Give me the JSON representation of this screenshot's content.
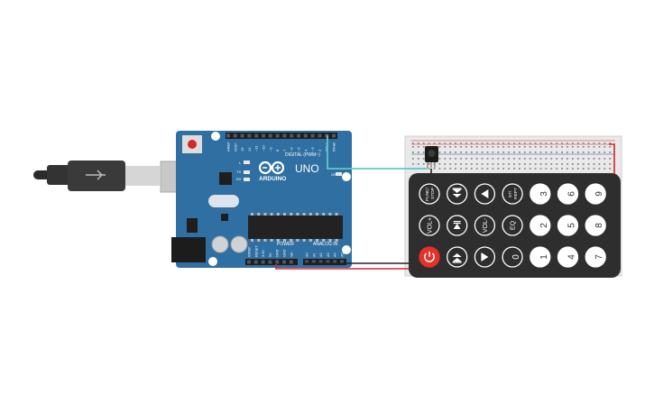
{
  "arduino": {
    "brand": "ARDUINO",
    "model": "UNO",
    "digital_label": "DIGITAL (PWM~)",
    "power_label": "POWER",
    "analog_label": "ANALOG IN",
    "led_tx": "TX",
    "led_rx": "RX",
    "led_l": "L",
    "led_on": "ON",
    "digital_pins": [
      "AREF",
      "GND",
      "13",
      "12",
      "~11",
      "~10",
      "~9",
      "8",
      "7",
      "~6",
      "~5",
      "4",
      "~3",
      "2",
      "TX▸1",
      "RX◂0"
    ],
    "power_pins": [
      "IOREF",
      "RESET",
      "3.3V",
      "5V",
      "GND",
      "GND",
      "Vin"
    ],
    "analog_pins": [
      "A0",
      "A1",
      "A2",
      "A3",
      "A4",
      "A5"
    ]
  },
  "remote": {
    "buttons": [
      {
        "label": "FUNC/\nSTOP",
        "kind": "text"
      },
      {
        "label": "",
        "kind": "next-icon"
      },
      {
        "label": "",
        "kind": "up-icon"
      },
      {
        "label": "ST/\nREPT",
        "kind": "text"
      },
      {
        "label": "3",
        "kind": "white"
      },
      {
        "label": "6",
        "kind": "white"
      },
      {
        "label": "9",
        "kind": "white"
      },
      {
        "label": "VOL+",
        "kind": "text"
      },
      {
        "label": "",
        "kind": "play-pause-icon"
      },
      {
        "label": "VOL-",
        "kind": "text"
      },
      {
        "label": "EQ",
        "kind": "text"
      },
      {
        "label": "2",
        "kind": "white"
      },
      {
        "label": "5",
        "kind": "white"
      },
      {
        "label": "8",
        "kind": "white"
      },
      {
        "label": "",
        "kind": "power-icon"
      },
      {
        "label": "",
        "kind": "prev-icon"
      },
      {
        "label": "",
        "kind": "down-icon"
      },
      {
        "label": "0",
        "kind": "outline"
      },
      {
        "label": "1",
        "kind": "white"
      },
      {
        "label": "4",
        "kind": "white"
      },
      {
        "label": "7",
        "kind": "white"
      }
    ]
  },
  "colors": {
    "board": "#2f6fa1",
    "wire_signal": "#5ec8c8",
    "wire_ground": "#222222",
    "wire_power": "#d7262b",
    "remote_body": "#2e2e2e",
    "power_button": "#e8302a"
  }
}
